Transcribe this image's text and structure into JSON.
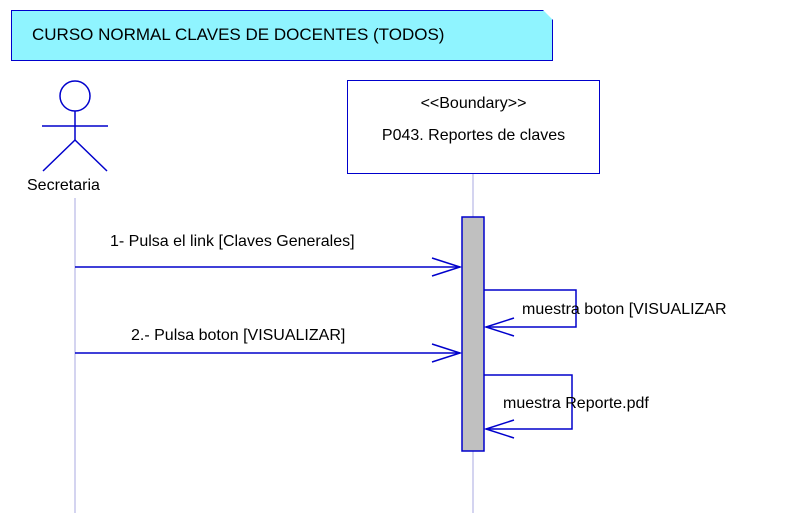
{
  "title": "CURSO NORMAL CLAVES DE DOCENTES (TODOS)",
  "actor": {
    "name": "Secretaria"
  },
  "boundary": {
    "stereotype": "<<Boundary>>",
    "name": "P043. Reportes de claves"
  },
  "messages": [
    {
      "label": "1- Pulsa el link [Claves Generales]",
      "from": "Secretaria",
      "to": "P043. Reportes de claves"
    },
    {
      "label": "muestra boton [VISUALIZAR",
      "from": "P043. Reportes de claves",
      "to": "P043. Reportes de claves"
    },
    {
      "label": "2.- Pulsa boton [VISUALIZAR]",
      "from": "Secretaria",
      "to": "P043. Reportes de claves"
    },
    {
      "label": "muestra Reporte.pdf",
      "from": "P043. Reportes de claves",
      "to": "P043. Reportes de claves"
    }
  ],
  "colors": {
    "line": "#0000cc",
    "note_fill": "#8ff4ff",
    "activation_fill": "#c0c0c0",
    "lifeline": "#a8a8e0"
  }
}
